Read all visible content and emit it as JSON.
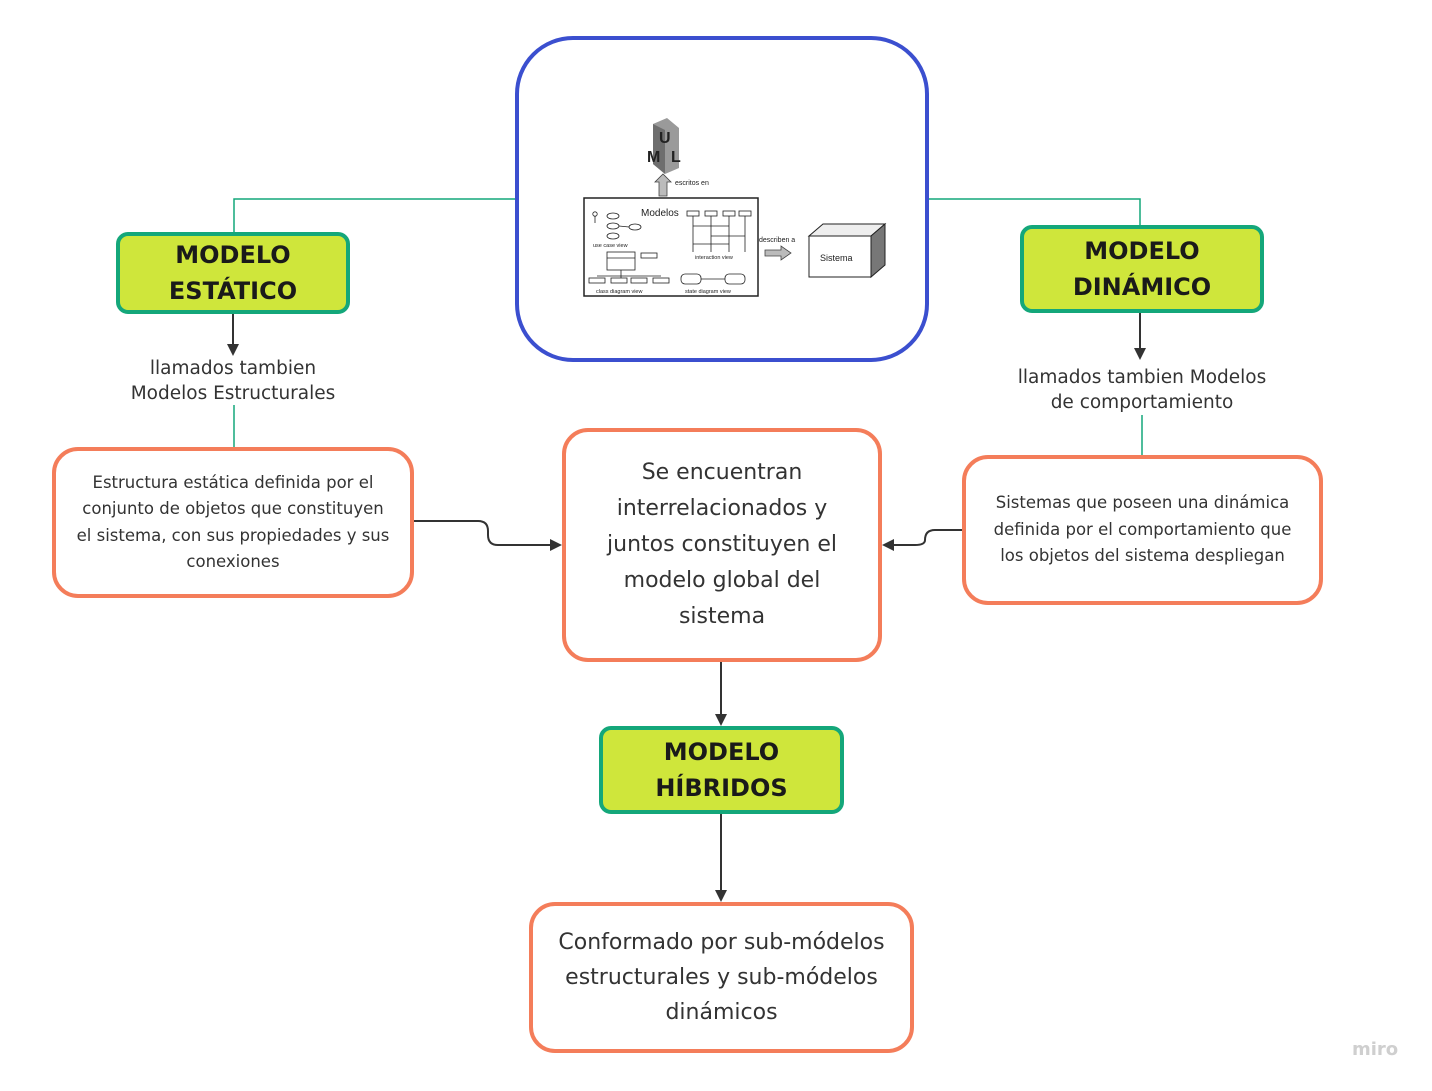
{
  "center_image": {
    "uml_letters": [
      "U",
      "M",
      "L"
    ],
    "escritos_en": "escritos en",
    "modelos": "Modelos",
    "use_case_view": "use case view",
    "interaction_view": "interaction view",
    "class_diagram_view": "class diagram view",
    "state_diagram_view": "state diagram view",
    "describen_a": "describen a",
    "sistema": "Sistema"
  },
  "static_model": {
    "title": "MODELO\nESTÁTICO",
    "label": "llamados tambien\nModelos Estructurales",
    "description": "Estructura estática definida por el\nconjunto de objetos que constituyen\nel sistema, con sus propiedades y sus\nconexiones"
  },
  "dynamic_model": {
    "title": "MODELO\nDINÁMICO",
    "label": "llamados tambien Modelos\nde comportamiento",
    "description": "Sistemas que poseen una dinámica\ndefinida por el comportamiento que\nlos objetos del sistema despliegan"
  },
  "center_note": "Se encuentran\ninterrelacionados y\njuntos constituyen el\nmodelo global del\nsistema",
  "hybrid_model": {
    "title": "MODELO\nHÍBRIDOS",
    "description": "Conformado por sub-módelos\nestructurales y sub-módelos\ndinámicos"
  },
  "watermark": "miro",
  "colors": {
    "title_fill": "#cfe63b",
    "title_border": "#14a77a",
    "note_border": "#f47d5a",
    "image_frame": "#3b4fcf",
    "connector": "#14a77a",
    "arrow": "#333333"
  }
}
